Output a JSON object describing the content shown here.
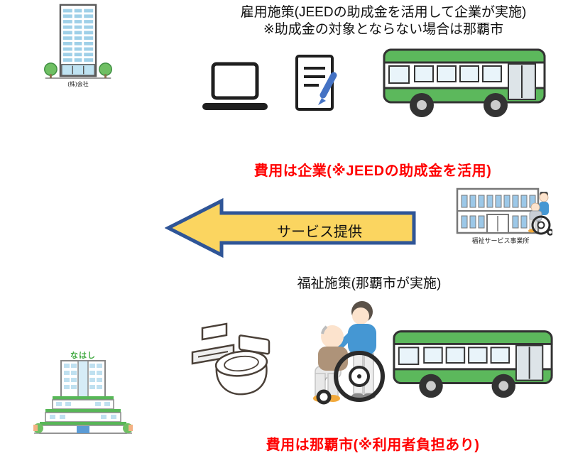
{
  "diagram": {
    "employment": {
      "title_line1": "雇用施策(JEEDの助成金を活用して企業が実施)",
      "title_line2": "※助成金の対象とならない場合は那覇市",
      "cost_note": "費用は企業(※JEEDの助成金を活用)"
    },
    "welfare": {
      "title": "福祉施策(那覇市が実施)",
      "cost_note": "費用は那覇市(※利用者負担あり)"
    },
    "arrow": {
      "label": "サービス提供",
      "fill_color": "#FBD560",
      "border_color": "#2F5597"
    },
    "captions": {
      "company_building": "(株)会社",
      "service_office": "福祉サービス事業所",
      "city_hall_sign": "なはし"
    },
    "colors": {
      "cost_text": "#FF0000",
      "bus_green": "#5CB85C",
      "window_blue": "#9FD0E8",
      "shirt_blue": "#4597D3",
      "sweater_brown": "#AE9379",
      "shoe_orange": "#F2A93B",
      "hedge_green": "#57B757"
    },
    "icons": {
      "top_left": "tall-office-building-icon",
      "row1": [
        "laptop-icon",
        "document-pencil-icon",
        "bus-icon"
      ],
      "middle_right": [
        "office-building-icon",
        "wheelchair-user-icon"
      ],
      "row2": [
        "accessible-toilet-icon",
        "caregiver-wheelchair-icon",
        "bus-icon"
      ],
      "bottom_left": "naha-city-hall-icon"
    }
  }
}
